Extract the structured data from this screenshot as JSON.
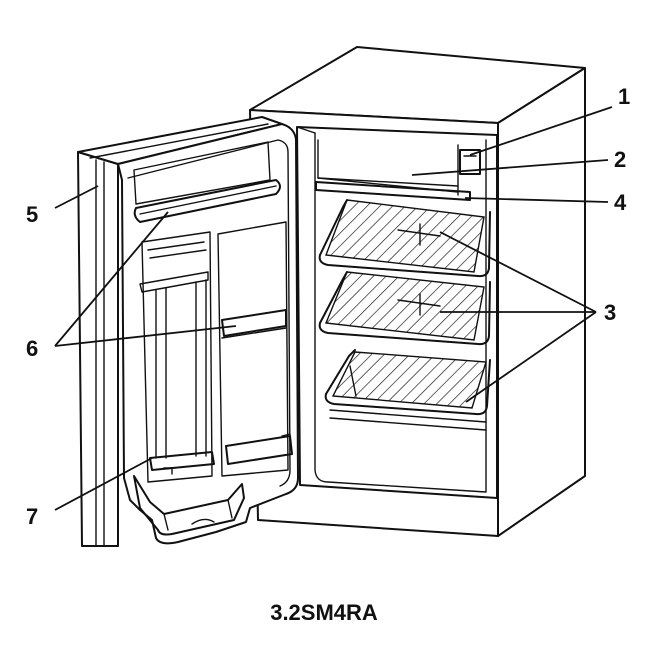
{
  "diagram": {
    "model": "3.2SM4RA",
    "callouts": [
      "1",
      "2",
      "3",
      "4",
      "5",
      "6",
      "7"
    ]
  }
}
